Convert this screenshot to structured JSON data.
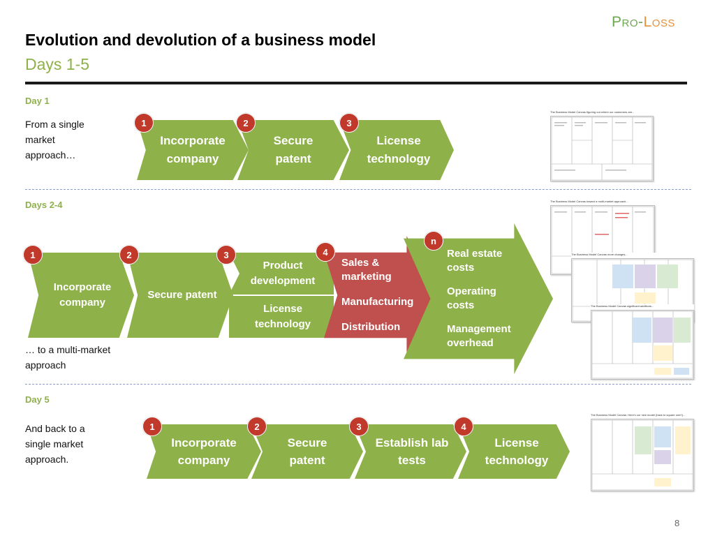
{
  "logo": {
    "pre": "P",
    "ro": "RO",
    "dash": "-",
    "l": "L",
    "oss": "OSS"
  },
  "header": {
    "title": "Evolution and devolution of a business model",
    "subtitle": "Days 1-5"
  },
  "day1": {
    "label": "Day 1",
    "desc": "From a single market approach…",
    "steps": [
      {
        "badge": "1",
        "text": "Incorporate company"
      },
      {
        "badge": "2",
        "text": "Secure patent"
      },
      {
        "badge": "3",
        "text": "License technology"
      }
    ],
    "canvas_title": "The Business Model Canvas figuring out where our customers are..."
  },
  "day24": {
    "label": "Days 2-4",
    "desc": "… to a multi-market approach",
    "steps": [
      {
        "badge": "1",
        "text": "Incorporate company"
      },
      {
        "badge": "2",
        "text": "Secure patent"
      },
      {
        "badge": "3",
        "top": "Product development",
        "bottom": "License technology"
      },
      {
        "badge": "4",
        "items": [
          "Sales & marketing",
          "Manufacturing",
          "Distribution"
        ]
      },
      {
        "badge": "n",
        "items": [
          "Real estate costs",
          "Operating costs",
          "Management overhead"
        ]
      }
    ],
    "canvas_titles": [
      "The Business Model Canvas toward a multi-market approach...",
      "The Business Model Canvas more changes...",
      "The Business Model Canvas significant additions..."
    ]
  },
  "day5": {
    "label": "Day 5",
    "desc": "And back to a single market approach.",
    "steps": [
      {
        "badge": "1",
        "text": "Incorporate company"
      },
      {
        "badge": "2",
        "text": "Secure patent"
      },
      {
        "badge": "3",
        "text": "Establish lab tests"
      },
      {
        "badge": "4",
        "text": "License technology"
      }
    ],
    "canvas_title": "The Business Model Canvas: Here's our new model (back to square one!!)..."
  },
  "page_number": "8",
  "colors": {
    "green": "#8fb14a",
    "red": "#c0504d",
    "badge": "#c0392b",
    "accent": "#8fb14a"
  }
}
